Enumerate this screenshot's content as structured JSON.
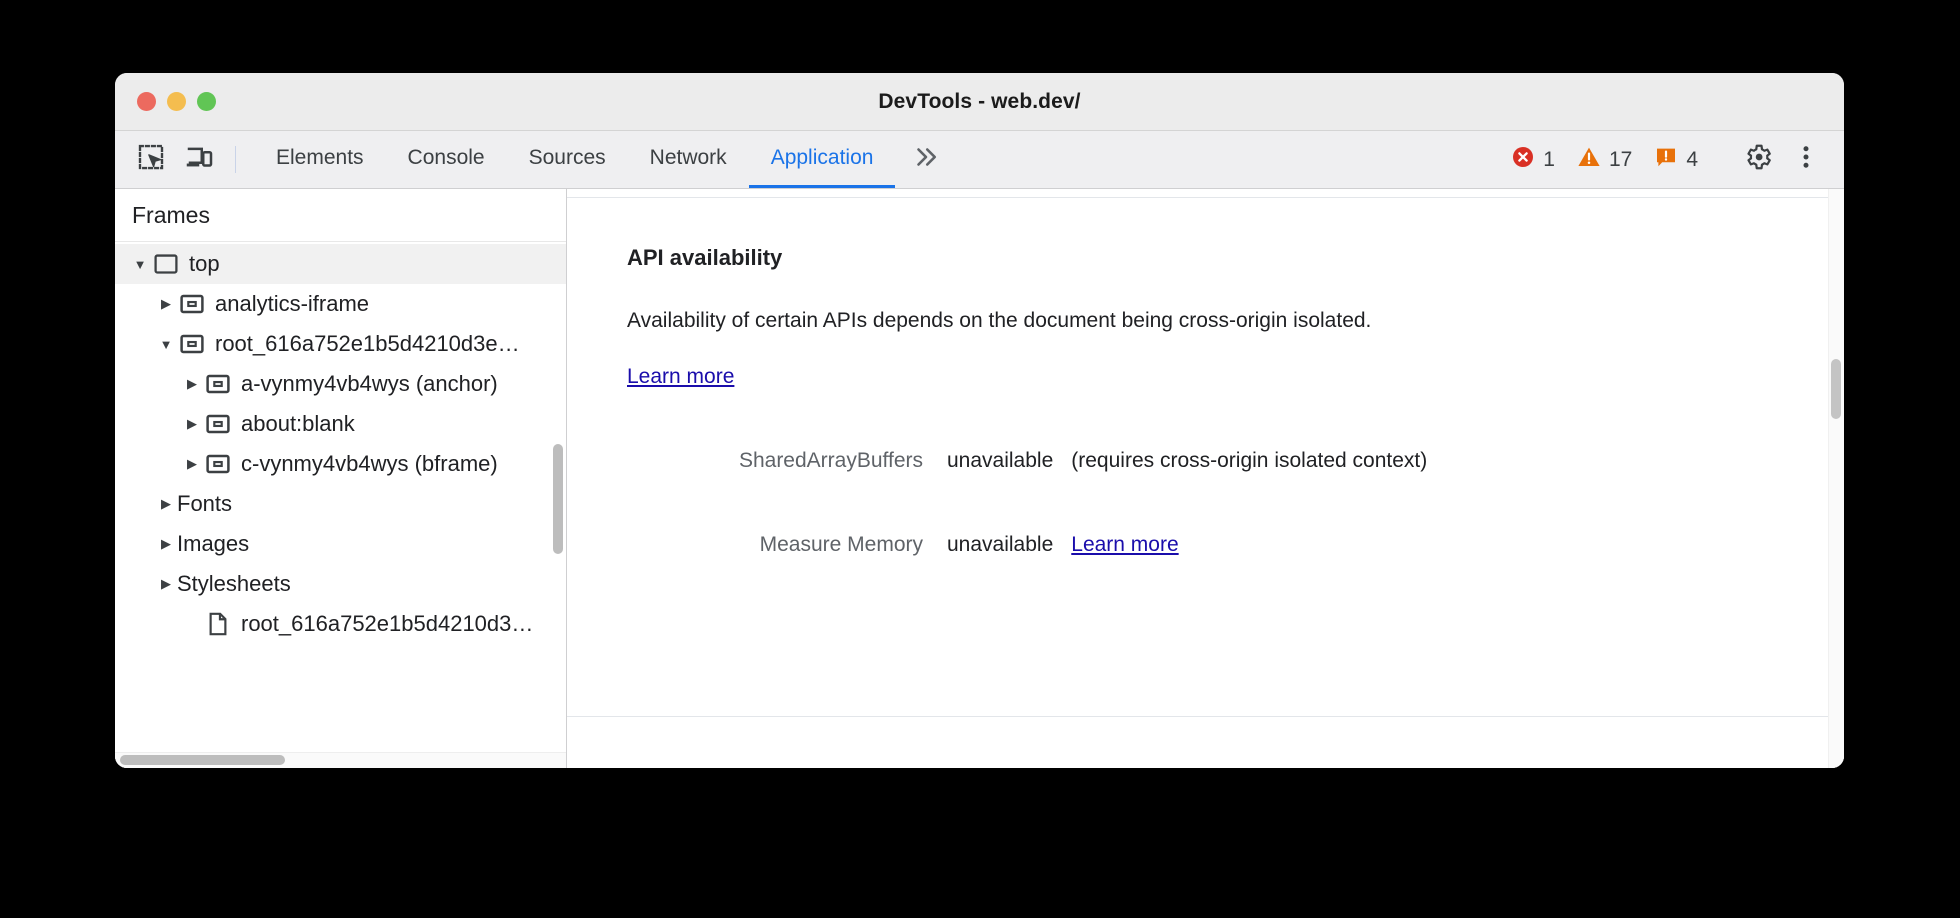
{
  "window": {
    "title": "DevTools - web.dev/",
    "traffic_lights": [
      {
        "name": "close",
        "color": "#ec6a5f"
      },
      {
        "name": "minimize",
        "color": "#f4bd4f"
      },
      {
        "name": "zoom",
        "color": "#61c555"
      }
    ]
  },
  "toolbar": {
    "inspect_icon": "inspect-element-icon",
    "device_icon": "device-toolbar-icon",
    "tabs": [
      {
        "label": "Elements",
        "active": false
      },
      {
        "label": "Console",
        "active": false
      },
      {
        "label": "Sources",
        "active": false
      },
      {
        "label": "Network",
        "active": false
      },
      {
        "label": "Application",
        "active": true
      }
    ],
    "overflow_label": "»",
    "badges": [
      {
        "name": "errors",
        "icon": "error-icon",
        "count": "1",
        "color": "#d93025"
      },
      {
        "name": "warnings",
        "icon": "warning-icon",
        "count": "17",
        "color": "#e8710a"
      },
      {
        "name": "issues",
        "icon": "issue-icon",
        "count": "4",
        "color": "#e8710a"
      }
    ],
    "settings_icon": "gear-icon",
    "more_icon": "kebab-menu-icon",
    "active_tab_color": "#1a73e8"
  },
  "sidebar": {
    "header": "Frames",
    "tree": [
      {
        "label": "top",
        "indent": 0,
        "toggle": "expanded",
        "icon": "frame-icon",
        "selected": true
      },
      {
        "label": "analytics-iframe",
        "indent": 1,
        "toggle": "collapsed",
        "icon": "iframe-icon",
        "selected": false
      },
      {
        "label": "root_616a752e1b5d4210d3e…",
        "indent": 1,
        "toggle": "expanded",
        "icon": "iframe-icon",
        "selected": false
      },
      {
        "label": "a-vynmy4vb4wys (anchor)",
        "indent": 2,
        "toggle": "collapsed",
        "icon": "iframe-icon",
        "selected": false
      },
      {
        "label": "about:blank",
        "indent": 2,
        "toggle": "collapsed",
        "icon": "iframe-icon",
        "selected": false
      },
      {
        "label": "c-vynmy4vb4wys (bframe)",
        "indent": 2,
        "toggle": "collapsed",
        "icon": "iframe-icon",
        "selected": false
      },
      {
        "label": "Fonts",
        "indent": 1,
        "toggle": "collapsed",
        "icon": "none",
        "selected": false
      },
      {
        "label": "Images",
        "indent": 1,
        "toggle": "collapsed",
        "icon": "none",
        "selected": false
      },
      {
        "label": "Stylesheets",
        "indent": 1,
        "toggle": "collapsed",
        "icon": "none",
        "selected": false
      },
      {
        "label": "root_616a752e1b5d4210d3…",
        "indent": 2,
        "toggle": "none",
        "icon": "document-icon",
        "selected": false
      }
    ]
  },
  "content": {
    "section_title": "API availability",
    "description_prefix": "Availability of certain APIs depends on the document being cross-origin isolated. ",
    "description_link": "Learn more",
    "rows": [
      {
        "label": "SharedArrayBuffers",
        "value": "unavailable",
        "note": "(requires cross-origin isolated context)",
        "link": ""
      },
      {
        "label": "Measure Memory",
        "value": "unavailable",
        "note": "",
        "link": "Learn more"
      }
    ],
    "link_color": "#1a0dab"
  }
}
